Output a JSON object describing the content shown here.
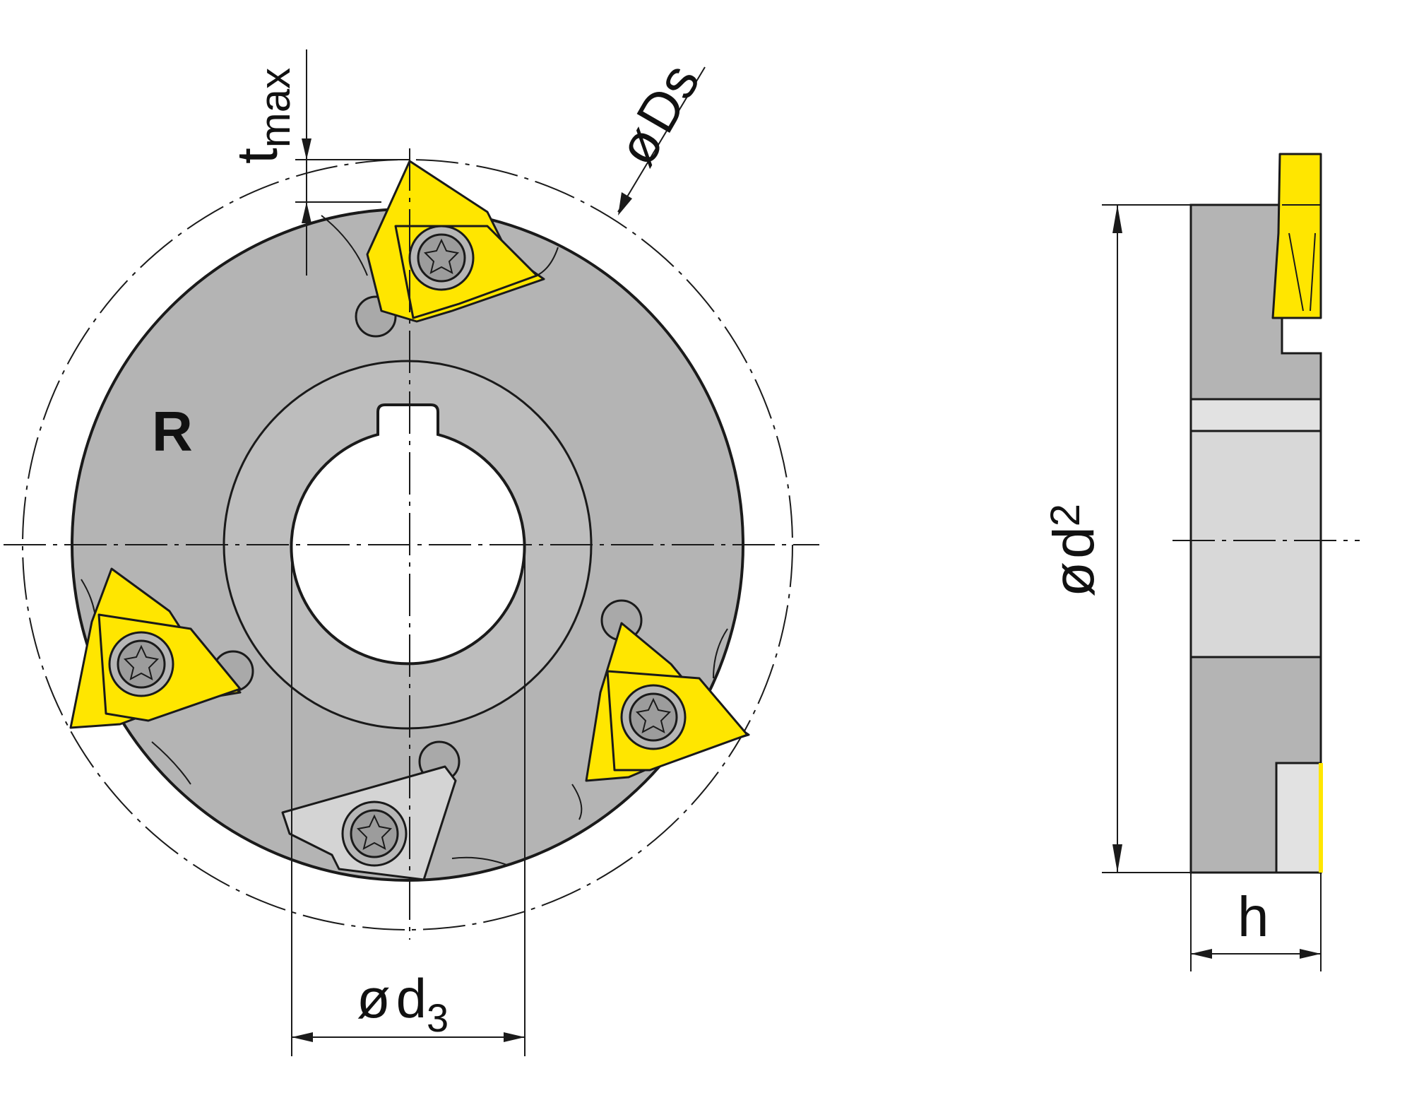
{
  "labels": {
    "rotation": "R",
    "t_main": "t",
    "t_sub": "max",
    "ds_symbol": "ø",
    "ds_text": "Ds",
    "d3_symbol": "ø",
    "d3_main": "d",
    "d3_sub": "3",
    "d2_symbol": "ø",
    "d2_main": "d",
    "d2_sub": "2",
    "h": "h"
  },
  "colors": {
    "insert_yellow": "#ffe600",
    "body_grey": "#b4b4b4",
    "outline": "#1a1a1a"
  }
}
